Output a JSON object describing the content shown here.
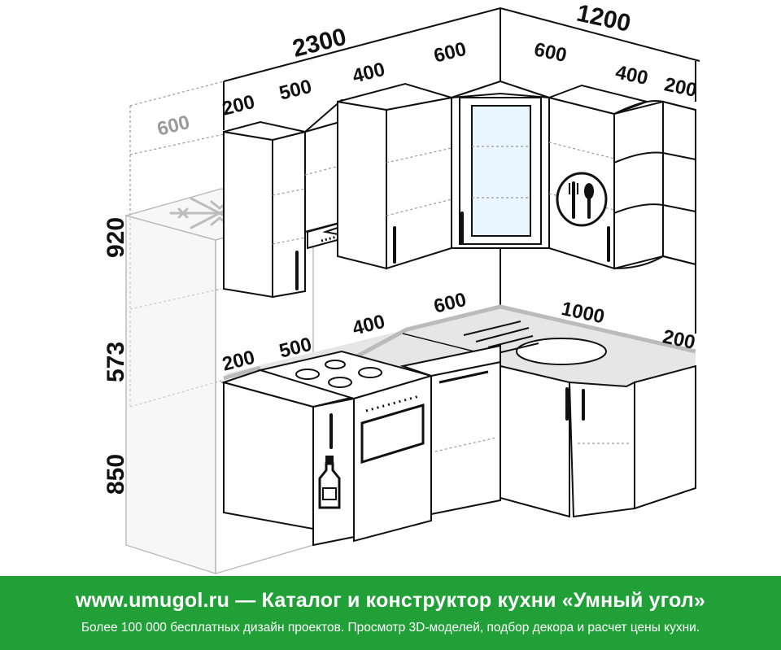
{
  "dimensions": {
    "width_total": "2300",
    "depth_right": "1200",
    "upper": [
      "200",
      "500",
      "400",
      "600",
      "600",
      "400",
      "200"
    ],
    "fridge_depth": "600",
    "lower": [
      "200",
      "500",
      "400",
      "600",
      "1000",
      "200"
    ],
    "height_upper": "920",
    "height_backsplash": "573",
    "height_lower": "850"
  },
  "icons": [
    "snowflake-icon",
    "plate-cutlery-icon",
    "bottle-icon"
  ],
  "banner": {
    "title": "www.umugol.ru — Каталог и конструктор кухни «Умный угол»",
    "subtitle": "Более 100 000 бесплатных дизайн проектов. Просмотр 3D-моделей, подбор декора и расчет цены кухни.",
    "background": "#21a038",
    "text_color": "#ffffff"
  }
}
